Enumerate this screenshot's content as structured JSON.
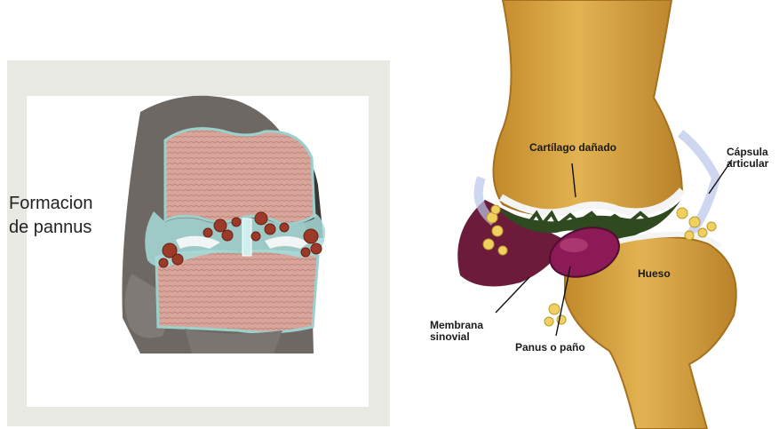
{
  "left_panel": {
    "label_line1": "Formacion",
    "label_line2": "de pannus"
  },
  "right_diagram": {
    "labels": {
      "cartilage": "Cartílago dañado",
      "capsule_line1": "Cápsula",
      "capsule_line2": "articular",
      "bone": "Hueso",
      "membrane_line1": "Membrana",
      "membrane_line2": "sinovial",
      "pannus": "Panus o paño"
    }
  },
  "colors": {
    "bone": "#d9a640",
    "bone_dark": "#b07a1d",
    "cartilage_pink": "#d7a79f",
    "pannus_dark_green": "#2f4a1f",
    "synovial_purple": "#6c1c3a",
    "pannus_magenta": "#8c1a56",
    "fluid_cyan": "#a6dad8",
    "nodule_yellow": "#f0d060"
  }
}
